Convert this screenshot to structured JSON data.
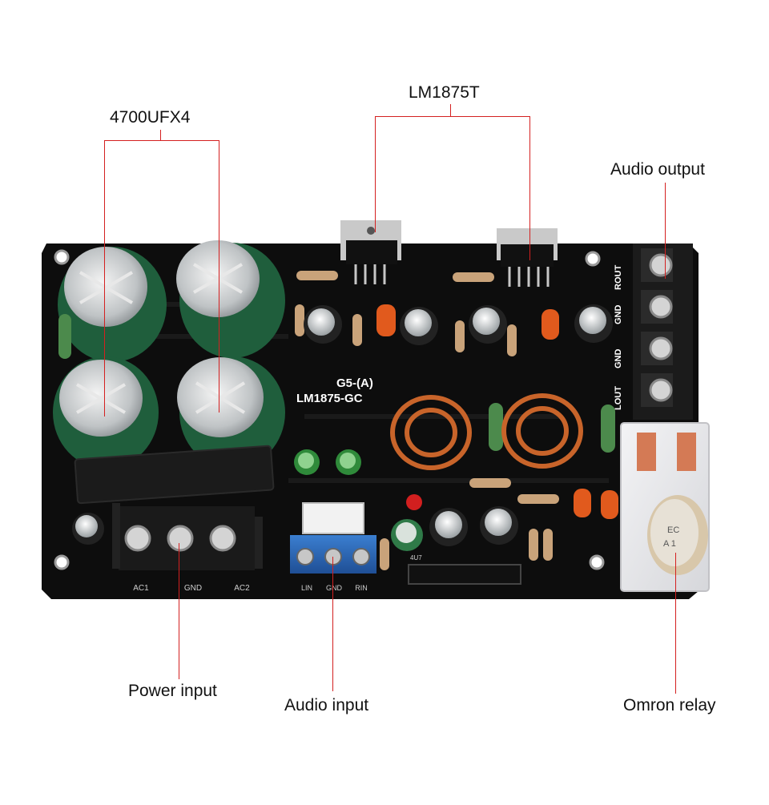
{
  "callouts": {
    "capacitors": "4700UFX4",
    "amp_chip": "LM1875T",
    "audio_output": "Audio output",
    "power_input": "Power input",
    "audio_input": "Audio input",
    "relay": "Omron relay"
  },
  "silkscreen": {
    "model": "G5-(A)",
    "board_name": "LM1875-GC",
    "power_terminals": [
      "AC1",
      "GND",
      "AC2"
    ],
    "input_terminals": [
      "LIN",
      "GND",
      "RIN"
    ],
    "output_terminals": [
      "ROUT",
      "GND",
      "GND",
      "LOUT"
    ],
    "relay_label_1": "EC",
    "relay_label_2": "A 1",
    "small_cap": "4U7"
  },
  "colors": {
    "pcb": "#0c0c0c",
    "callout_line": "#d42020",
    "cap_sleeve": "#1f5e3c",
    "copper_coil": "#c8642a"
  }
}
